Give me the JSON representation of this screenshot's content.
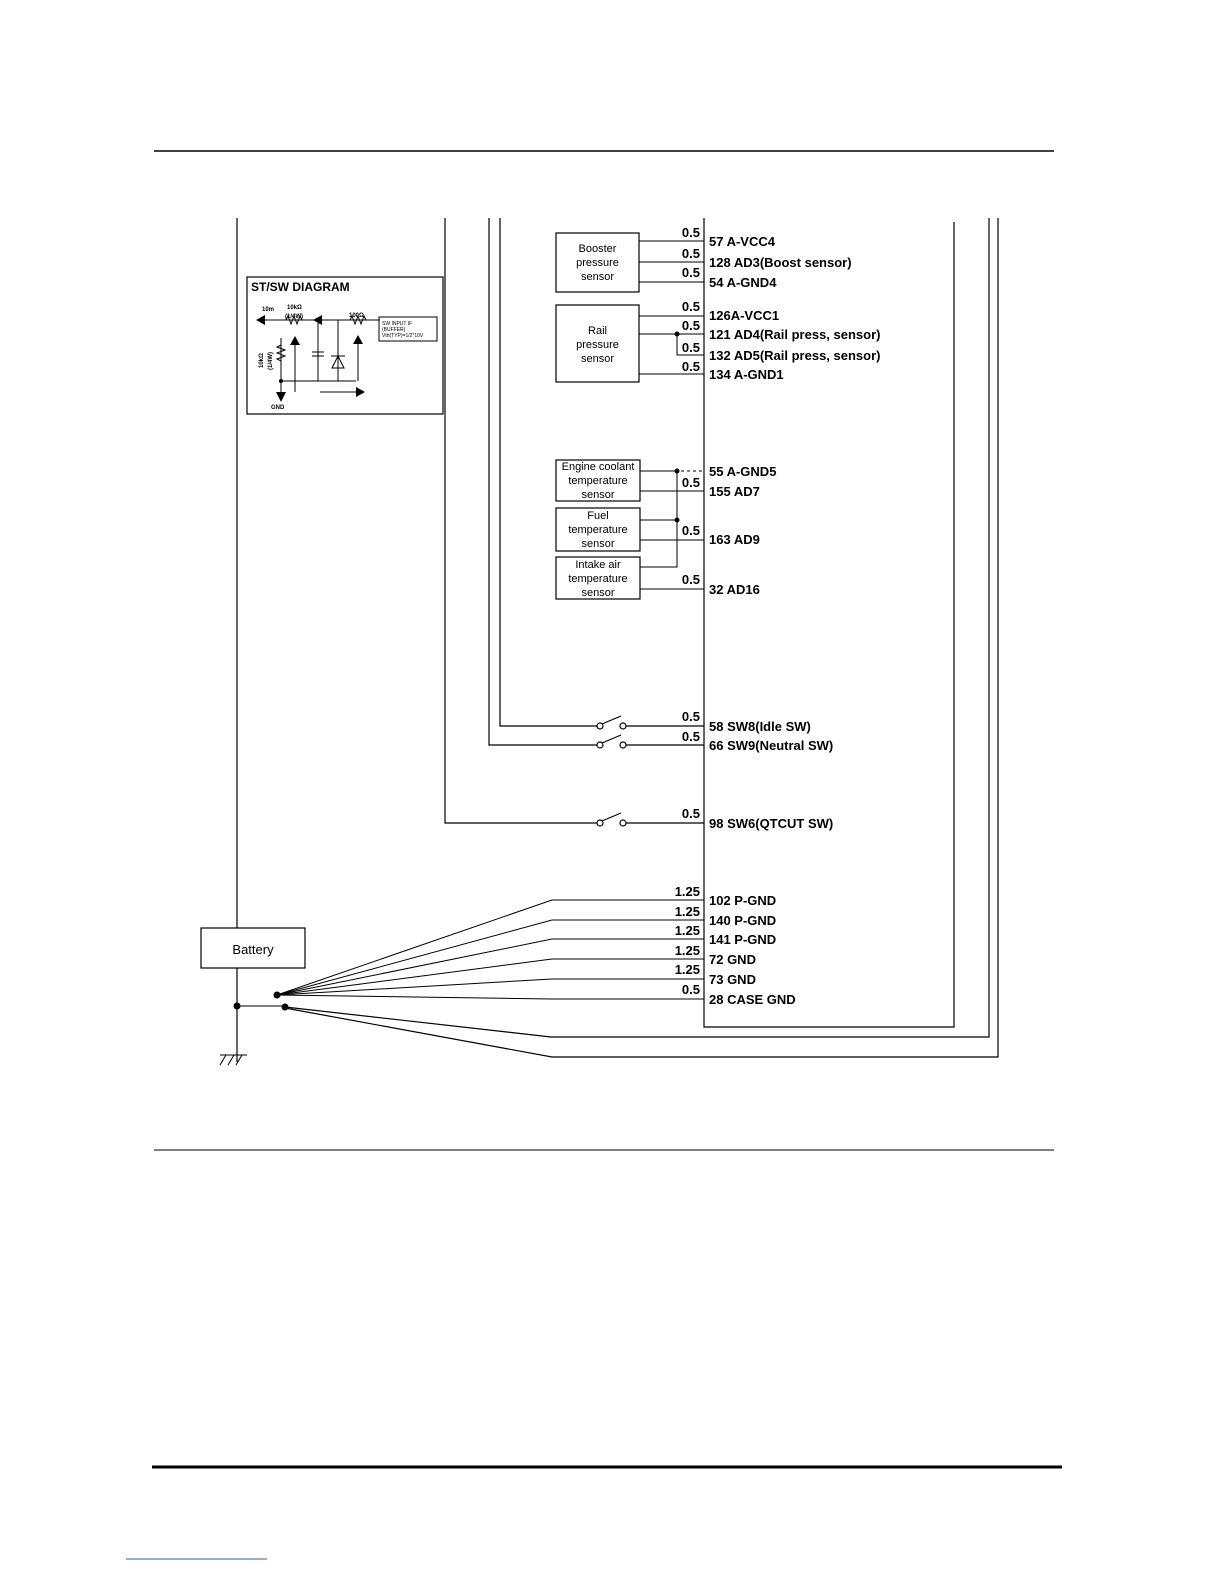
{
  "st_sw_diagram": {
    "title": "ST/SW DIAGRAM",
    "labels": [
      "10m",
      "10kΩ",
      "(1/4W)",
      "100Ω",
      "10kΩ",
      "(1/4W)",
      "GND"
    ],
    "buffer_lines": [
      "SW INPUT IF",
      "(BUFFER)",
      "Vth(TYP)=1/2*10V"
    ]
  },
  "sensors": [
    {
      "lines": [
        "Booster",
        "pressure",
        "sensor"
      ]
    },
    {
      "lines": [
        "Rail",
        "pressure",
        "sensor"
      ]
    },
    {
      "lines": [
        "Engine coolant",
        "temperature",
        "sensor"
      ]
    },
    {
      "lines": [
        "Fuel",
        "temperature",
        "sensor"
      ]
    },
    {
      "lines": [
        "Intake air",
        "temperature",
        "sensor"
      ]
    }
  ],
  "battery": {
    "label": "Battery"
  },
  "connections": [
    {
      "gauge": "0.5",
      "pin": "57 A-VCC4"
    },
    {
      "gauge": "0.5",
      "pin": "128 AD3(Boost sensor)"
    },
    {
      "gauge": "0.5",
      "pin": "54 A-GND4"
    },
    {
      "gauge": "0.5",
      "pin": "126A-VCC1"
    },
    {
      "gauge": "0.5",
      "pin": "121 AD4(Rail press, sensor)"
    },
    {
      "gauge": "0.5",
      "pin": "132 AD5(Rail press, sensor)"
    },
    {
      "gauge": "0.5",
      "pin": "134 A-GND1"
    },
    {
      "gauge": "",
      "pin": "55 A-GND5"
    },
    {
      "gauge": "0.5",
      "pin": "155 AD7"
    },
    {
      "gauge": "0.5",
      "pin": "163 AD9"
    },
    {
      "gauge": "0.5",
      "pin": "32 AD16"
    },
    {
      "gauge": "0.5",
      "pin": "58 SW8(Idle SW)"
    },
    {
      "gauge": "0.5",
      "pin": "66 SW9(Neutral SW)"
    },
    {
      "gauge": "0.5",
      "pin": "98 SW6(QTCUT SW)"
    },
    {
      "gauge": "1.25",
      "pin": "102 P-GND"
    },
    {
      "gauge": "1.25",
      "pin": "140 P-GND"
    },
    {
      "gauge": "1.25",
      "pin": "141 P-GND"
    },
    {
      "gauge": "1.25",
      "pin": "72 GND"
    },
    {
      "gauge": "1.25",
      "pin": "73 GND"
    },
    {
      "gauge": "0.5",
      "pin": "28 CASE GND"
    }
  ]
}
